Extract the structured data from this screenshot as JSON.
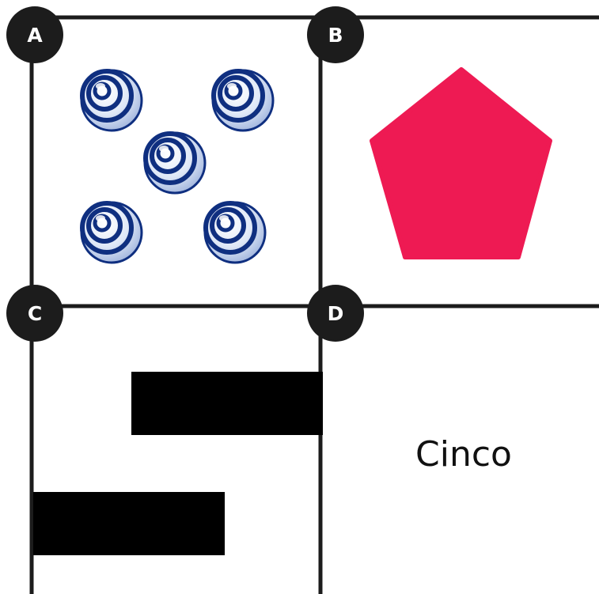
{
  "cells": [
    {
      "label": "A"
    },
    {
      "label": "B"
    },
    {
      "label": "C"
    },
    {
      "label": "D"
    }
  ],
  "panel_a": {
    "ball_count": 5,
    "icon": "striped-blue-sphere-icon"
  },
  "panel_b": {
    "shape": "pentagon",
    "color": "#ee1a53"
  },
  "panel_c": {
    "shape": "tally-bars",
    "bar_count": 2,
    "color": "#000000"
  },
  "panel_d": {
    "word": "Cinco"
  },
  "colors": {
    "grid_line": "#1c1c1c",
    "badge": "#1c1c1c",
    "pentagon": "#ee1a53",
    "ball_dark": "#0f2f80",
    "ball_light": "#ffffff"
  }
}
